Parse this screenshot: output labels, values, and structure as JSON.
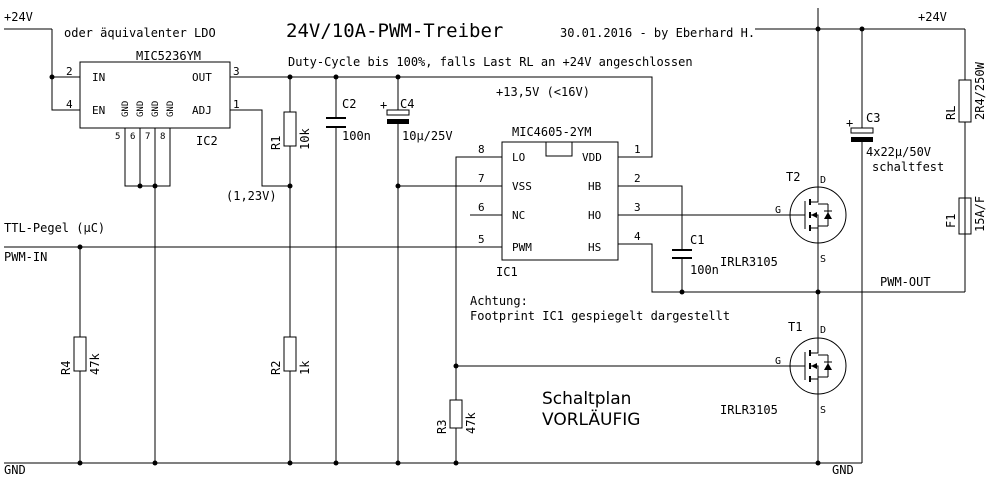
{
  "title": {
    "main": "24V/10A-PWM-Treiber",
    "date_author": "30.01.2016 - by Eberhard H.",
    "subtitle": "Duty-Cycle bis 100%, falls Last RL an +24V angeschlossen"
  },
  "notes": {
    "ldo": "oder äquivalenter LDO",
    "vdd_voltage": "+13,5V (<16V)",
    "adj_voltage": "(1,23V)",
    "warning_1": "Achtung:",
    "warning_2": "Footprint IC1 gespiegelt dargestellt",
    "status_1": "Schaltplan",
    "status_2": "VORLÄUFIG"
  },
  "nets": {
    "supply_left": "+24V",
    "supply_right": "+24V",
    "ground_left": "GND",
    "ground_right": "GND",
    "ttl_level": "TTL-Pegel (µC)",
    "pwm_in": "PWM-IN",
    "pwm_out": "PWM-OUT"
  },
  "ic2": {
    "part": "MIC5236YM",
    "ref": "IC2",
    "pins": {
      "in": "IN",
      "en": "EN",
      "out": "OUT",
      "adj": "ADJ",
      "gnd": "GND",
      "n2": "2",
      "n4": "4",
      "n3": "3",
      "n1": "1",
      "n5": "5",
      "n6": "6",
      "n7": "7",
      "n8": "8"
    }
  },
  "ic1": {
    "part": "MIC4605-2YM",
    "ref": "IC1",
    "pins": {
      "lo": "LO",
      "vss": "VSS",
      "nc": "NC",
      "pwm": "PWM",
      "vdd": "VDD",
      "hb": "HB",
      "ho": "HO",
      "hs": "HS",
      "n8": "8",
      "n7": "7",
      "n6": "6",
      "n5": "5",
      "n1": "1",
      "n2": "2",
      "n3": "3",
      "n4": "4"
    }
  },
  "components": {
    "r1": {
      "ref": "R1",
      "value": "10k"
    },
    "r2": {
      "ref": "R2",
      "value": "1k"
    },
    "r3": {
      "ref": "R3",
      "value": "47k"
    },
    "r4": {
      "ref": "R4",
      "value": "47k"
    },
    "rl": {
      "ref": "RL",
      "value": "2R4/250W"
    },
    "f1": {
      "ref": "F1",
      "value": "15A/F"
    },
    "c1": {
      "ref": "C1",
      "value": "100n"
    },
    "c2": {
      "ref": "C2",
      "value": "100n"
    },
    "c3": {
      "ref": "C3",
      "value": "4x22µ/50V",
      "note": "schaltfest"
    },
    "c4": {
      "ref": "C4",
      "value": "10µ/25V"
    },
    "t1": {
      "ref": "T1",
      "part": "IRLR3105",
      "g": "G",
      "d": "D",
      "s": "S"
    },
    "t2": {
      "ref": "T2",
      "part": "IRLR3105",
      "g": "G",
      "d": "D",
      "s": "S"
    }
  },
  "polarity": {
    "plus": "+"
  }
}
